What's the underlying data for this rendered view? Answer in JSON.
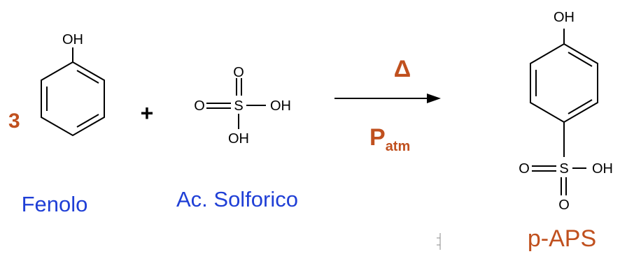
{
  "reactants": {
    "coefficient": "3",
    "phenol_group": "OH",
    "plus": "+",
    "sulfuric": {
      "top_o": "O",
      "left_o": "O",
      "s": "S",
      "right_oh": "OH",
      "bottom_oh": "OH"
    }
  },
  "conditions": {
    "heat": "Δ",
    "pressure_base": "P",
    "pressure_sub": "atm"
  },
  "product": {
    "top_oh": "OH",
    "left_o": "O",
    "s": "S",
    "right_oh": "OH",
    "bottom_o": "O"
  },
  "names": {
    "phenol": "Fenolo",
    "sulfuric_acid": "Ac. Solforico",
    "product": "p-APS"
  },
  "colors": {
    "accent": "#c0501e",
    "name_blue": "#1f3fd6",
    "ink": "#000000"
  }
}
